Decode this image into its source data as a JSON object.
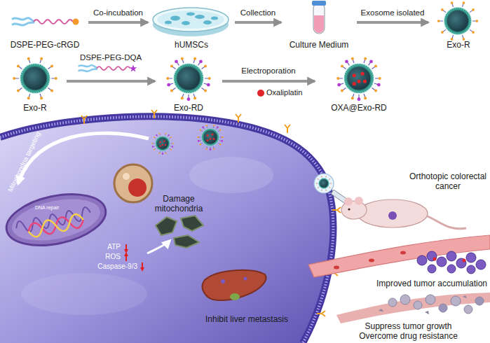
{
  "diagram": {
    "nodes": [
      {
        "text": [
          "DSPE-PEG-cRGD"
        ]
      },
      {
        "text": [
          "hUMSCs"
        ]
      },
      {
        "text": [
          "Culture Medium"
        ]
      },
      {
        "text": [
          "Exo-R"
        ]
      },
      {
        "text": [
          "Exo-R"
        ]
      },
      {
        "text": [
          "Exo-RD"
        ]
      },
      {
        "text": [
          "OXA@Exo-RD"
        ]
      },
      {
        "text": [
          "Damage mitochondria"
        ]
      },
      {
        "text": [
          "Orthotopic colorectal cancer"
        ]
      },
      {
        "text": [
          "Improved tumor accumulation"
        ]
      },
      {
        "text": [
          "Inhibit liver metastasis"
        ]
      },
      {
        "text": [
          "Suppress tumor growth Overcome drug resistance"
        ]
      }
    ],
    "edges": [
      {
        "from": 0,
        "to": 1,
        "label": "Co-incubation",
        "arrow": "to"
      },
      {
        "from": 1,
        "to": 2,
        "label": "Collection",
        "arrow": "to"
      },
      {
        "from": 2,
        "to": 3,
        "label": "Exosome isolated",
        "arrow": "to"
      },
      {
        "from": 4,
        "to": 5,
        "label": "DSPE-PEG-DQA",
        "arrow": "to"
      },
      {
        "from": 5,
        "to": 6,
        "label": "Electroporation",
        "arrow": "to"
      }
    ],
    "labels": [
      "Oxaliplatin",
      "Mitochondria targeting",
      "DNA repair",
      "ATP",
      "ROS",
      "Caspase-9/3"
    ]
  }
}
